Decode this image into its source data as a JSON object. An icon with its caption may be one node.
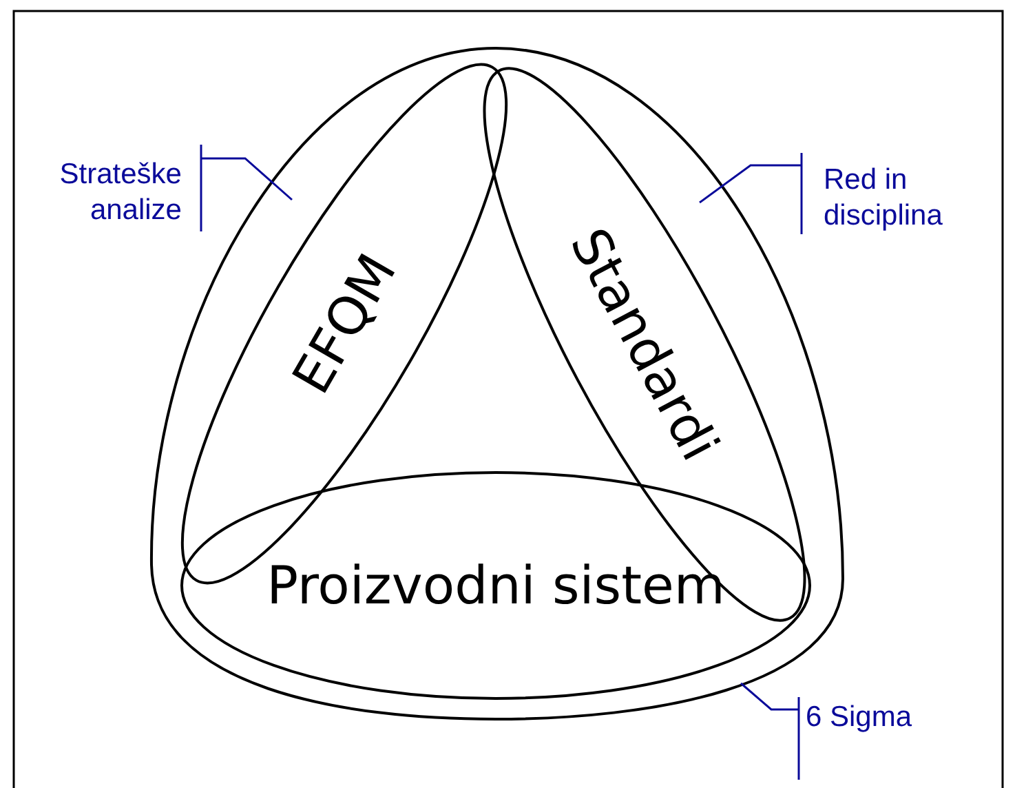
{
  "diagram": {
    "nodes": [
      {
        "text": [
          "EFQM"
        ]
      },
      {
        "text": [
          "Standardi"
        ]
      },
      {
        "text": [
          "Proizvodni sistem"
        ]
      },
      {
        "text": [
          "Strateške analize"
        ]
      },
      {
        "text": [
          "Red in disciplina"
        ]
      },
      {
        "text": [
          "6 Sigma"
        ]
      }
    ],
    "edges": [
      {
        "from": 3,
        "to": null,
        "arrow": "none"
      },
      {
        "from": 4,
        "to": null,
        "arrow": "none"
      },
      {
        "from": 5,
        "to": null,
        "arrow": "none"
      }
    ]
  }
}
